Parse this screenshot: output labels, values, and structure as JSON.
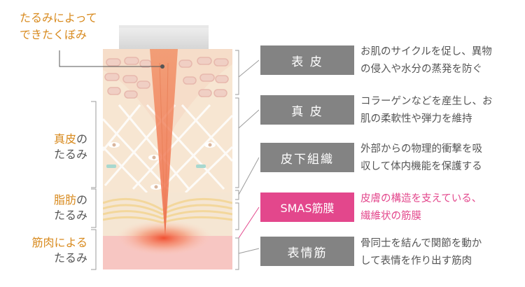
{
  "top_label": [
    "たるみによって",
    "できたくぼみ"
  ],
  "left_labels": [
    {
      "lines": [
        {
          "text": "真皮の",
          "accent": "真皮",
          "rest": "の"
        },
        {
          "text": "たるみ"
        }
      ]
    },
    {
      "lines": [
        {
          "text": "脂肪の",
          "accent": "脂肪",
          "rest": "の"
        },
        {
          "text": "たるみ"
        }
      ]
    },
    {
      "lines": [
        {
          "text": "筋肉による",
          "accent": "筋肉による",
          "rest": ""
        },
        {
          "text": "たるみ"
        }
      ]
    }
  ],
  "layers": [
    {
      "name": "表 皮",
      "desc": [
        "お肌のサイクルを促し、異物",
        "の侵入や水分の蒸発を防ぐ"
      ],
      "highlight": false
    },
    {
      "name": "真 皮",
      "desc": [
        "コラーゲンなどを産生し、お",
        "肌の柔軟性や弾力を維持"
      ],
      "highlight": false
    },
    {
      "name": "皮下組織",
      "desc": [
        "外部からの物理的衝撃を吸",
        "収して体内機能を保護する"
      ],
      "highlight": false
    },
    {
      "name": "SMAS筋膜",
      "desc": [
        "皮膚の構造を支えている、",
        "繊維状の筋膜"
      ],
      "highlight": true
    },
    {
      "name": "表情筋",
      "desc": [
        "骨同士を結んで関節を動か",
        "して表情を作り出す筋肉"
      ],
      "highlight": false
    }
  ],
  "colors": {
    "accent_orange": "#d88a1e",
    "accent_pink": "#e3478c",
    "label_gray": "#838383"
  }
}
